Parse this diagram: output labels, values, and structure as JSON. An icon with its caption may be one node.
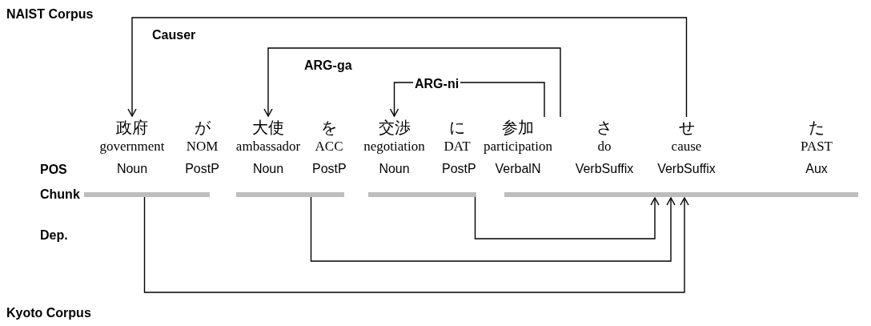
{
  "diagram": {
    "nodes": [
      {
        "text": [
          "政府",
          "government",
          "Noun"
        ]
      },
      {
        "text": [
          "が",
          "NOM",
          "PostP"
        ]
      },
      {
        "text": [
          "大使",
          "ambassador",
          "Noun"
        ]
      },
      {
        "text": [
          "を",
          "ACC",
          "PostP"
        ]
      },
      {
        "text": [
          "交渉",
          "negotiation",
          "Noun"
        ]
      },
      {
        "text": [
          "に",
          "DAT",
          "PostP"
        ]
      },
      {
        "text": [
          "参加",
          "participation",
          "VerbalN"
        ]
      },
      {
        "text": [
          "さ",
          "do",
          "VerbSuffix"
        ]
      },
      {
        "text": [
          "せ",
          "cause",
          "VerbSuffix"
        ]
      },
      {
        "text": [
          "た",
          "PAST",
          "Aux"
        ]
      },
      {
        "text": [],
        "shape": "bar"
      },
      {
        "text": [],
        "shape": "bar"
      },
      {
        "text": [],
        "shape": "bar"
      },
      {
        "text": [],
        "shape": "bar"
      }
    ],
    "edges": [
      {
        "from": 8,
        "to": 0,
        "arrow": "to",
        "label": "Causer"
      },
      {
        "from": 6,
        "to": 2,
        "arrow": "to",
        "label": "ARG-ga"
      },
      {
        "from": 6,
        "to": 4,
        "arrow": "to",
        "label": "ARG-ni"
      },
      {
        "from": 10,
        "to": 13,
        "arrow": "to"
      },
      {
        "from": 11,
        "to": 13,
        "arrow": "to"
      },
      {
        "from": 12,
        "to": 13,
        "arrow": "to"
      }
    ],
    "labels": [
      "NAIST Corpus",
      "POS",
      "Chunk",
      "Dep.",
      "Kyoto Corpus"
    ]
  }
}
